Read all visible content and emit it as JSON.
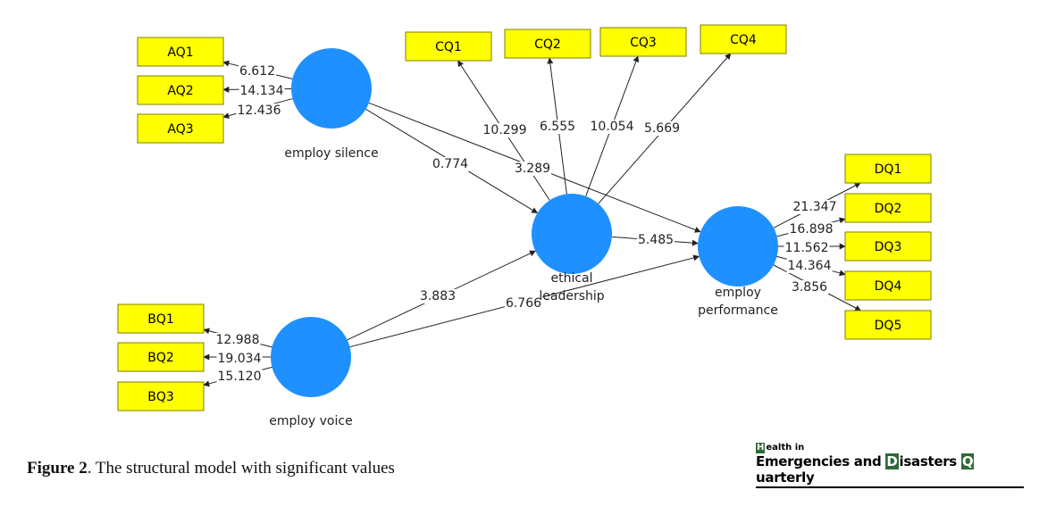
{
  "figure": {
    "caption_label": "Figure 2",
    "caption_text": ". The structural model with significant values"
  },
  "journal_logo": {
    "line1_initial": "H",
    "line1_rest": "ealth in",
    "line2_parts": [
      {
        "initial": "E",
        "rest": "mergencies and ",
        "initial_boxed": false
      },
      {
        "initial": "D",
        "rest": "isasters ",
        "initial_boxed": true
      },
      {
        "initial": "Q",
        "rest": "uarterly",
        "initial_boxed": true
      }
    ]
  },
  "colors": {
    "construct": "#1e90ff",
    "indicator": "#ffff00",
    "logo_box": "#2e6b3a"
  },
  "constructs": [
    {
      "id": "silence",
      "label_lines": [
        "employ silence"
      ]
    },
    {
      "id": "voice",
      "label_lines": [
        "employ voice"
      ]
    },
    {
      "id": "ethical",
      "label_lines": [
        "ethical",
        "leadership"
      ]
    },
    {
      "id": "performance",
      "label_lines": [
        "employ",
        "performance"
      ]
    }
  ],
  "indicators": [
    {
      "id": "AQ1",
      "label": "AQ1"
    },
    {
      "id": "AQ2",
      "label": "AQ2"
    },
    {
      "id": "AQ3",
      "label": "AQ3"
    },
    {
      "id": "BQ1",
      "label": "BQ1"
    },
    {
      "id": "BQ2",
      "label": "BQ2"
    },
    {
      "id": "BQ3",
      "label": "BQ3"
    },
    {
      "id": "CQ1",
      "label": "CQ1"
    },
    {
      "id": "CQ2",
      "label": "CQ2"
    },
    {
      "id": "CQ3",
      "label": "CQ3"
    },
    {
      "id": "CQ4",
      "label": "CQ4"
    },
    {
      "id": "DQ1",
      "label": "DQ1"
    },
    {
      "id": "DQ2",
      "label": "DQ2"
    },
    {
      "id": "DQ3",
      "label": "DQ3"
    },
    {
      "id": "DQ4",
      "label": "DQ4"
    },
    {
      "id": "DQ5",
      "label": "DQ5"
    }
  ],
  "paths": [
    {
      "from": "silence",
      "to": "ethical",
      "value": "0.774"
    },
    {
      "from": "silence",
      "to": "performance",
      "value": "3.289"
    },
    {
      "from": "voice",
      "to": "ethical",
      "value": "3.883"
    },
    {
      "from": "voice",
      "to": "performance",
      "value": "6.766"
    },
    {
      "from": "ethical",
      "to": "performance",
      "value": "5.485"
    }
  ],
  "loadings": [
    {
      "from": "silence",
      "to": "AQ1",
      "value": "6.612"
    },
    {
      "from": "silence",
      "to": "AQ2",
      "value": "14.134"
    },
    {
      "from": "silence",
      "to": "AQ3",
      "value": "12.436"
    },
    {
      "from": "voice",
      "to": "BQ1",
      "value": "12.988"
    },
    {
      "from": "voice",
      "to": "BQ2",
      "value": "19.034"
    },
    {
      "from": "voice",
      "to": "BQ3",
      "value": "15.120"
    },
    {
      "from": "ethical",
      "to": "CQ1",
      "value": "10.299"
    },
    {
      "from": "ethical",
      "to": "CQ2",
      "value": "6.555"
    },
    {
      "from": "ethical",
      "to": "CQ3",
      "value": "10.054"
    },
    {
      "from": "ethical",
      "to": "CQ4",
      "value": "5.669"
    },
    {
      "from": "performance",
      "to": "DQ1",
      "value": "21.347"
    },
    {
      "from": "performance",
      "to": "DQ2",
      "value": "16.898"
    },
    {
      "from": "performance",
      "to": "DQ3",
      "value": "11.562"
    },
    {
      "from": "performance",
      "to": "DQ4",
      "value": "14.364"
    },
    {
      "from": "performance",
      "to": "DQ5",
      "value": "3.856"
    }
  ]
}
